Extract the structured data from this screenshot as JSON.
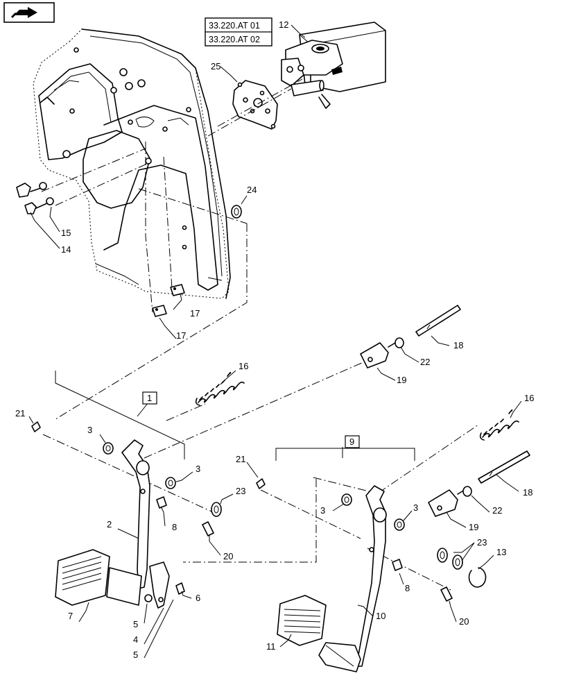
{
  "nav_icon": "arrow-right-icon",
  "references": [
    "33.220.AT 01",
    "33.220.AT 02"
  ],
  "group_labels": [
    "1",
    "9"
  ],
  "callouts": {
    "c12": "12",
    "c25": "25",
    "c24": "24",
    "c15": "15",
    "c14": "14",
    "c17a": "17",
    "c17b": "17",
    "c16a": "16",
    "c18a": "18",
    "c22a": "22",
    "c19a": "19",
    "c21a": "21",
    "c3a": "3",
    "c3b": "3",
    "c2": "2",
    "c8a": "8",
    "c23a": "23",
    "c20a": "20",
    "c7": "7",
    "c5a": "5",
    "c4": "4",
    "c5b": "5",
    "c6": "6",
    "c16b": "16",
    "c18b": "18",
    "c22b": "22",
    "c19b": "19",
    "c21b": "21",
    "c3c": "3",
    "c3d": "3",
    "c23b": "23",
    "c13": "13",
    "c8b": "8",
    "c20b": "20",
    "c10": "10",
    "c11": "11"
  }
}
